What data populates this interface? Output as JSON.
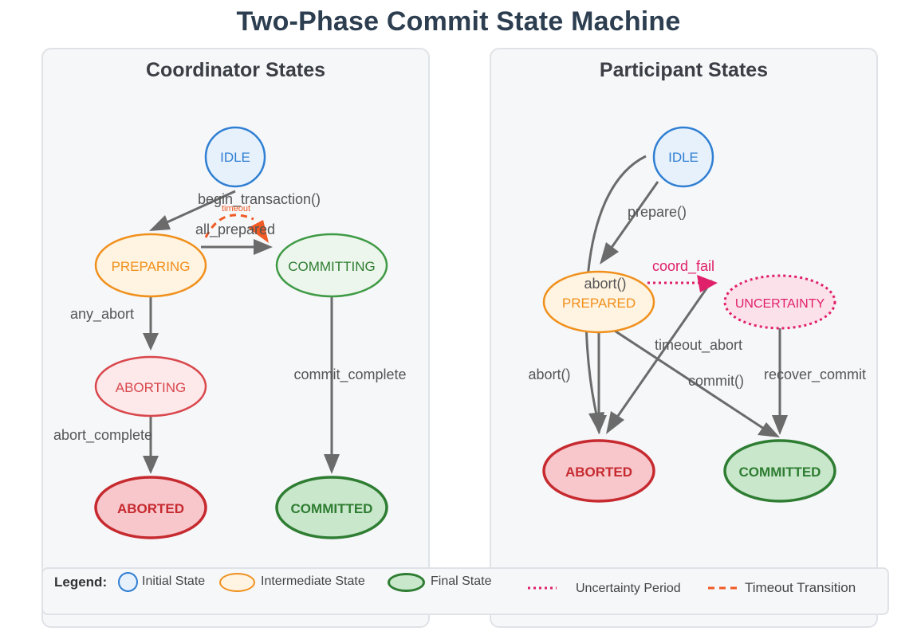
{
  "title": "Two-Phase Commit State Machine",
  "coordinator": {
    "title": "Coordinator States",
    "states": {
      "idle": "IDLE",
      "preparing": "PREPARING",
      "committing": "COMMITTING",
      "aborting": "ABORTING",
      "aborted": "ABORTED",
      "committed": "COMMITTED"
    },
    "transitions": {
      "begin": "begin_transaction()",
      "timeout": "timeout",
      "all_prepared": "all_prepared",
      "any_abort": "any_abort",
      "commit_complete": "commit_complete",
      "abort_complete": "abort_complete"
    }
  },
  "participant": {
    "title": "Participant States",
    "states": {
      "idle": "IDLE",
      "prepared": "PREPARED",
      "uncertainty": "UNCERTAINTY",
      "aborted": "ABORTED",
      "committed": "COMMITTED"
    },
    "transitions": {
      "prepare": "prepare()",
      "coord_fail": "coord_fail",
      "abort_top": "abort()",
      "timeout_abort": "timeout_abort",
      "abort_left": "abort()",
      "commit": "commit()",
      "recover_commit": "recover_commit"
    }
  },
  "legend": {
    "label": "Legend:",
    "initial": "Initial State",
    "intermediate": "Intermediate State",
    "final": "Final State",
    "uncertainty": "Uncertainty Period",
    "timeout": "Timeout Transition"
  },
  "colors": {
    "title": "#2c3e50",
    "initial_stroke": "#2f7fd3",
    "initial_fill": "#e7f1fb",
    "intermediate_stroke": "#f0901c",
    "intermediate_fill": "#fff3e1",
    "committing_stroke": "#3f9a45",
    "committing_fill": "#ecf6ec",
    "aborting_stroke": "#d8484d",
    "aborting_fill": "#fde8ea",
    "aborted_stroke": "#c62a2f",
    "aborted_fill": "#f7c7cc",
    "committed_stroke": "#2e7d32",
    "committed_fill": "#c9e7cb",
    "uncertainty": "#e0206a",
    "uncertainty_fill": "#fbe1ea",
    "timeout": "#f05a24",
    "arrow": "#6b6b6b"
  }
}
